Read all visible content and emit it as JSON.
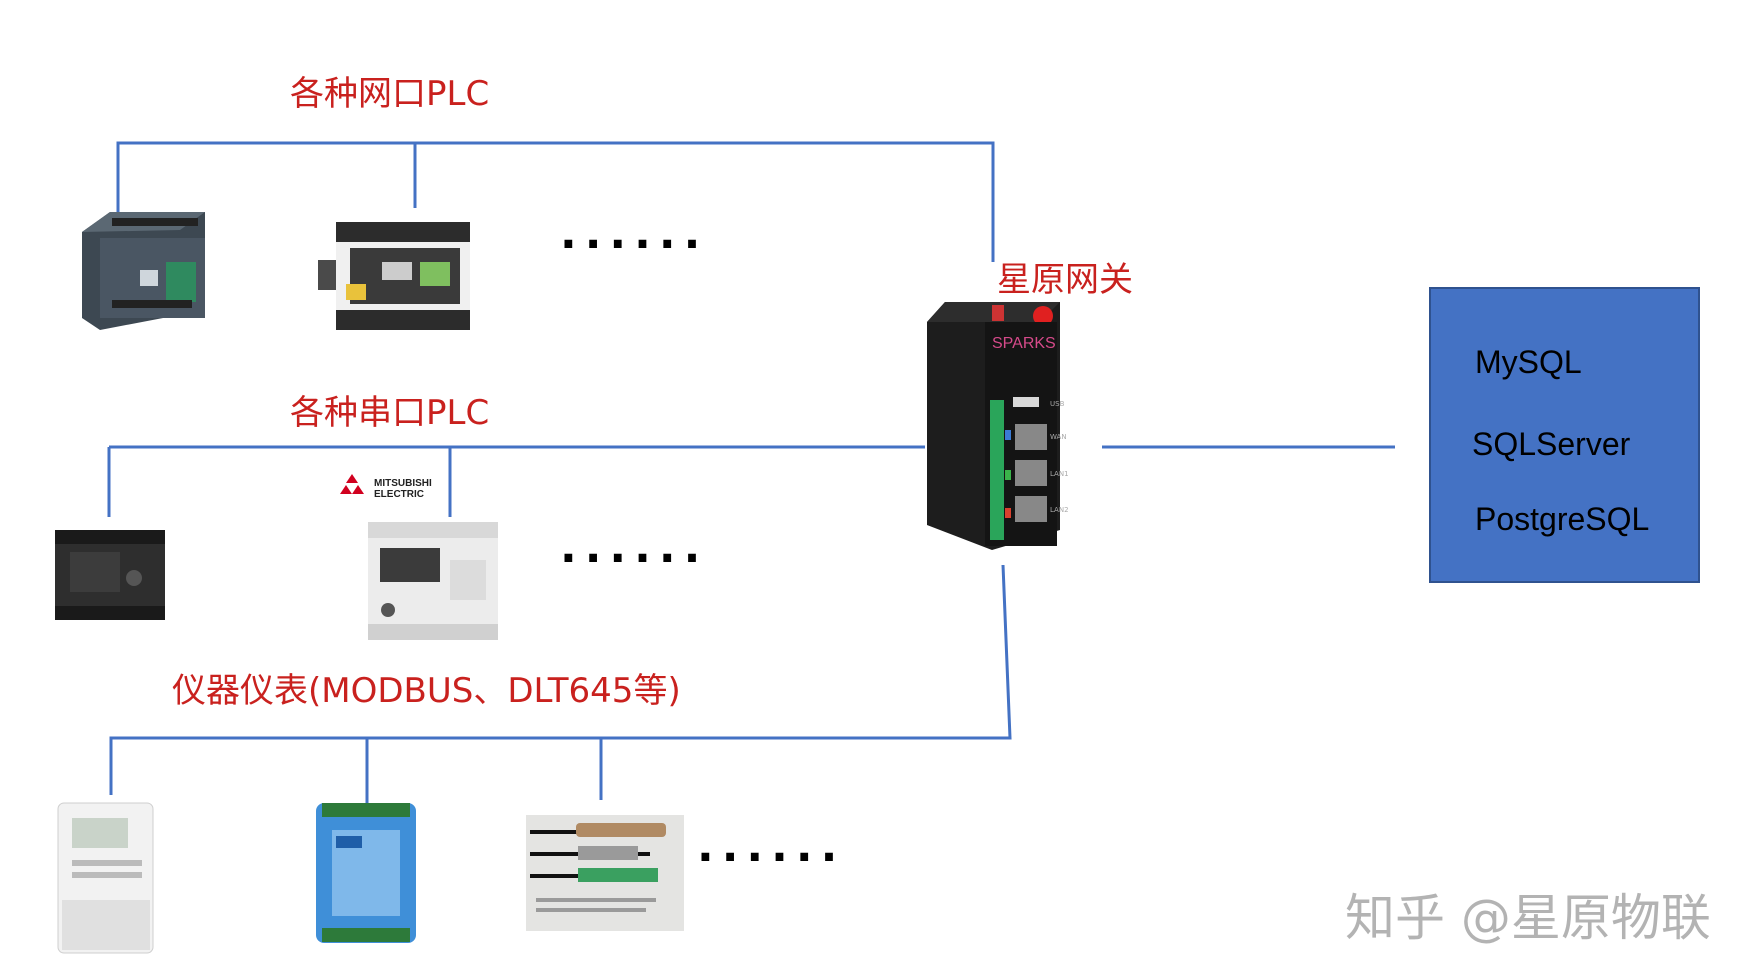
{
  "labels": {
    "ethernet_plc": "各种网口PLC",
    "serial_plc": "各种串口PLC",
    "instruments": "仪器仪表(MODBUS、DLT645等)",
    "gateway": "星原网关"
  },
  "ellipsis": "......",
  "gateway_device": {
    "brand": "SPARKS",
    "port_labels": [
      "USB",
      "WAN",
      "LAN1",
      "LAN2"
    ]
  },
  "mitsubishi": {
    "brand_line1": "MITSUBISHI",
    "brand_line2": "ELECTRIC"
  },
  "databases": [
    "MySQL",
    "SQLServer",
    "PostgreSQL"
  ],
  "watermark": "知乎 @星原物联",
  "colors": {
    "line": "#4472c4",
    "label": "#c9211e",
    "db_box": "#4472c4"
  }
}
